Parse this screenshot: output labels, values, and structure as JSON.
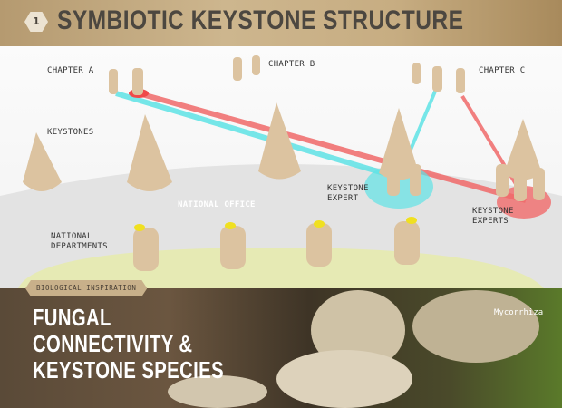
{
  "header": {
    "step_number": "1",
    "title": "SYMBIOTIC KEYSTONE STRUCTURE"
  },
  "diagram": {
    "chapter_a": "CHAPTER A",
    "chapter_b": "CHAPTER B",
    "chapter_c": "CHAPTER C",
    "keystones": "KEYSTONES",
    "national_office": "NATIONAL OFFICE",
    "keystone_expert": [
      "KEYSTONE",
      "EXPERT"
    ],
    "keystone_experts": [
      "KEYSTONE",
      "EXPERTS"
    ],
    "national_departments": [
      "NATIONAL",
      "DEPARTMENTS"
    ],
    "colors": {
      "cyan_link": "#5fe3e6",
      "red_link": "#f06a6a",
      "office": "#e2e2e2",
      "departments": "#e4e8b0"
    }
  },
  "inspiration": {
    "badge": "BIOLOGICAL INSPIRATION",
    "heading": [
      "FUNGAL",
      "CONNECTIVITY &",
      "KEYSTONE SPECIES"
    ],
    "caption": "Mycorrhiza"
  }
}
